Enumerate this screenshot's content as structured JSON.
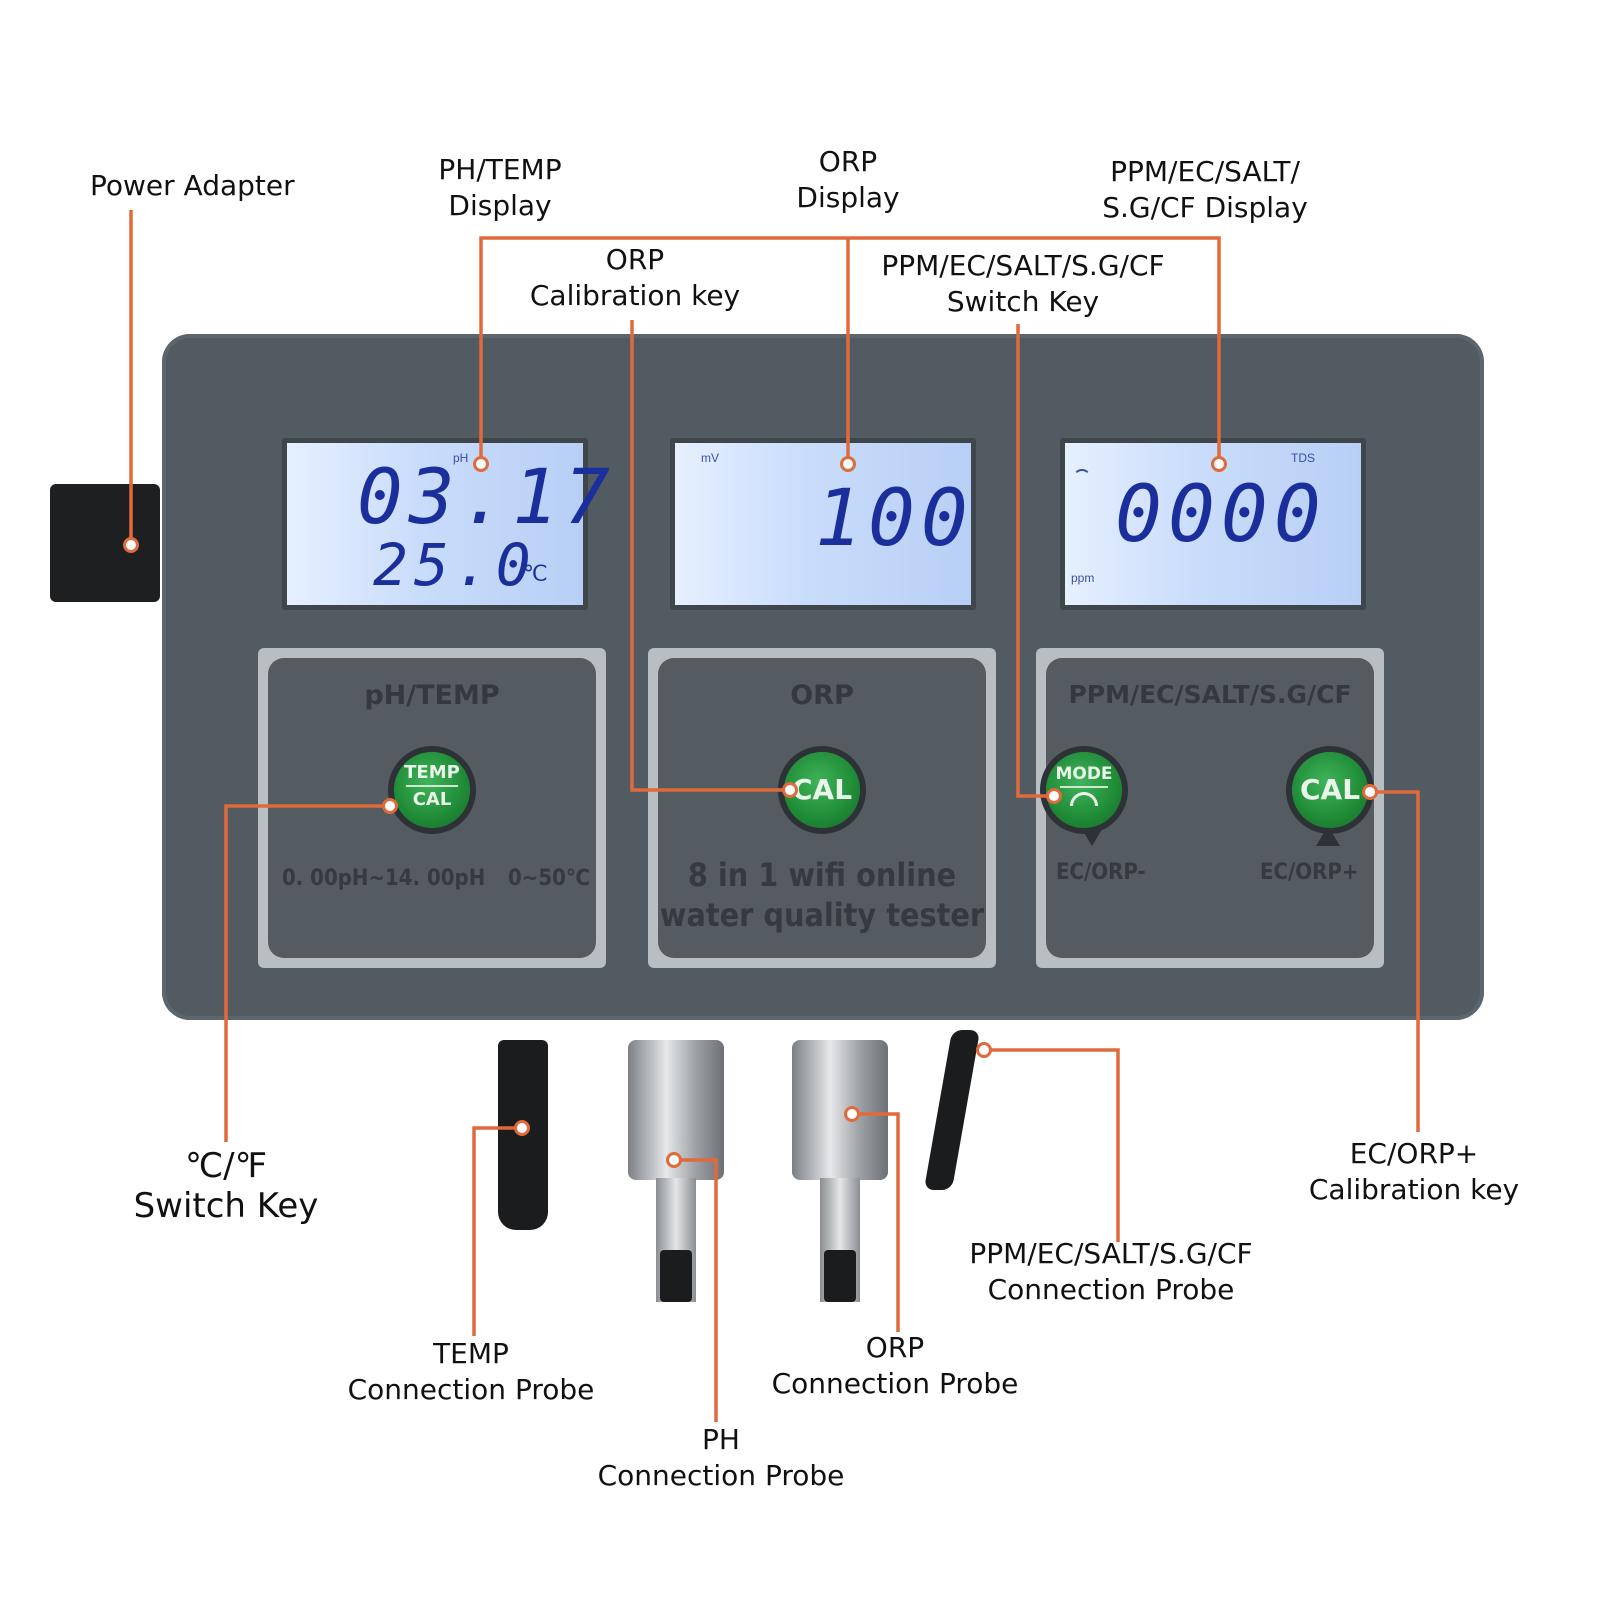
{
  "labels": {
    "power_adapter": "Power Adapter",
    "ph_temp_display": [
      "PH/TEMP",
      "Display"
    ],
    "orp_display": [
      "ORP",
      "Display"
    ],
    "ppm_display": [
      "PPM/EC/SALT/",
      "S.G/CF Display"
    ],
    "orp_cal_key": [
      "ORP",
      "Calibration key"
    ],
    "ppm_switch_key": [
      "PPM/EC/SALT/S.G/CF",
      "Switch Key"
    ],
    "cf_switch_key": [
      "℃/℉",
      "Switch Key"
    ],
    "temp_probe": [
      "TEMP",
      "Connection Probe"
    ],
    "ph_probe": [
      "PH",
      "Connection Probe"
    ],
    "orp_probe": [
      "ORP",
      "Connection Probe"
    ],
    "ppm_probe": [
      "PPM/EC/SALT/S.G/CF",
      "Connection Probe"
    ],
    "ec_orp_plus_key": [
      "EC/ORP+",
      "Calibration key"
    ]
  },
  "screens": {
    "ph": {
      "unit_top": "pH",
      "main": "03.17",
      "sub": "25.0",
      "sub_unit": "℃"
    },
    "orp": {
      "unit_top": "mV",
      "main": "100"
    },
    "tds": {
      "unit_top": "TDS",
      "main": "0000",
      "unit_bottom": "ppm"
    }
  },
  "panels": {
    "ph_temp": {
      "title": "pH/TEMP",
      "range_ph": "0. 00pH~14. 00pH",
      "range_temp": "0~50℃",
      "btn_top": "TEMP",
      "btn_bottom": "CAL"
    },
    "orp": {
      "title": "ORP",
      "btn": "CAL",
      "tagline_1": "8 in 1 wifi online",
      "tagline_2": "water quality tester"
    },
    "ppm": {
      "title": "PPM/EC/SALT/S.G/CF",
      "mode_btn": "MODE",
      "cal_btn": "CAL",
      "minus_label": "EC/ORP-",
      "plus_label": "EC/ORP+"
    }
  },
  "colors": {
    "leader": "#e06a3c",
    "body": "#535b62",
    "button": "#1f8a36",
    "lcd_digits": "#1b2f9c"
  }
}
